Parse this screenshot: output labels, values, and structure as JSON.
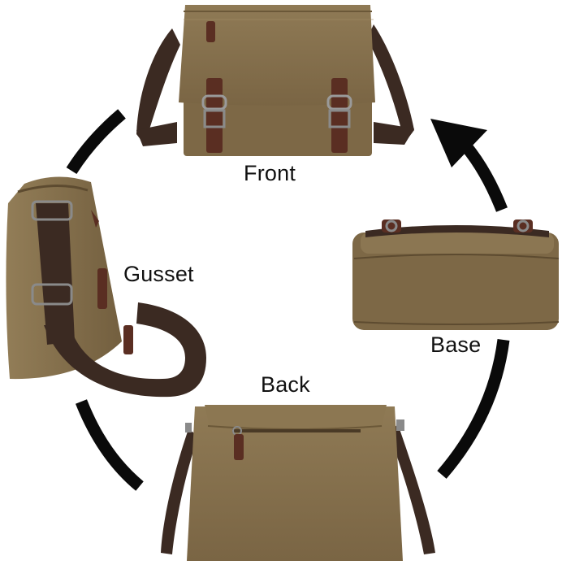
{
  "views": {
    "front": "Front",
    "gusset": "Gusset",
    "base": "Base",
    "back": "Back"
  },
  "colors": {
    "canvas": "#8a7450",
    "canvas_dark": "#6b5838",
    "strap": "#3b2a22",
    "leather": "#5a2e22",
    "arrow": "#0a0a0a"
  }
}
